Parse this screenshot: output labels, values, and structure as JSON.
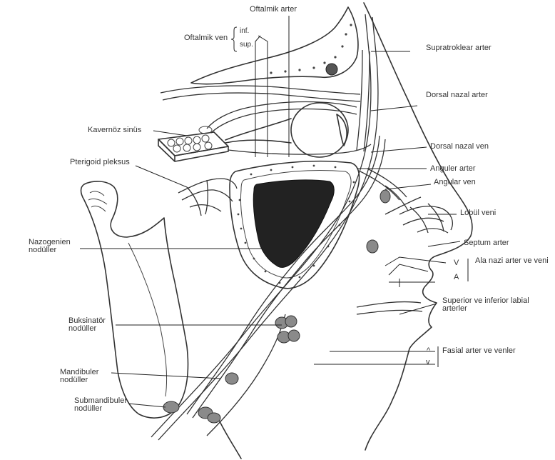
{
  "diagram": {
    "labels": {
      "oftalmik_arter": "Oftalmik arter",
      "oftalmik_ven": "Oftalmik ven",
      "inf": "inf.",
      "sup": "sup.",
      "supratroklear_arter": "Supratroklear arter",
      "dorsal_nazal_arter": "Dorsal nazal arter",
      "kavernoz_sinus": "Kavernöz sinüs",
      "dorsal_nazal_ven": "Dorsal nazal ven",
      "pterygoid_pleksus": "Pterigoid pleksus",
      "anguler_arter": "Anguler arter",
      "angular_ven": "Angular ven",
      "lobul_veni": "Lobül veni",
      "nazogenien_noduller": "Nazogenien nodüller",
      "septum_arter": "Septum arter",
      "ala_v": "V",
      "ala_a": "A",
      "ala_nazi": "Ala nazi arter ve veni",
      "superior_inferior_labial": "Superior ve inferior labial arterler",
      "buksinator_noduller": "Buksinatör nodüller",
      "fasial_caret_up": "^",
      "fasial_caret_down": "v",
      "fasial_arter_ve_venler": "Fasial arter ve venler",
      "mandibuler_noduller": "Mandibuler nodüller",
      "submandibuler_noduller": "Submandibuler nodüller"
    }
  }
}
